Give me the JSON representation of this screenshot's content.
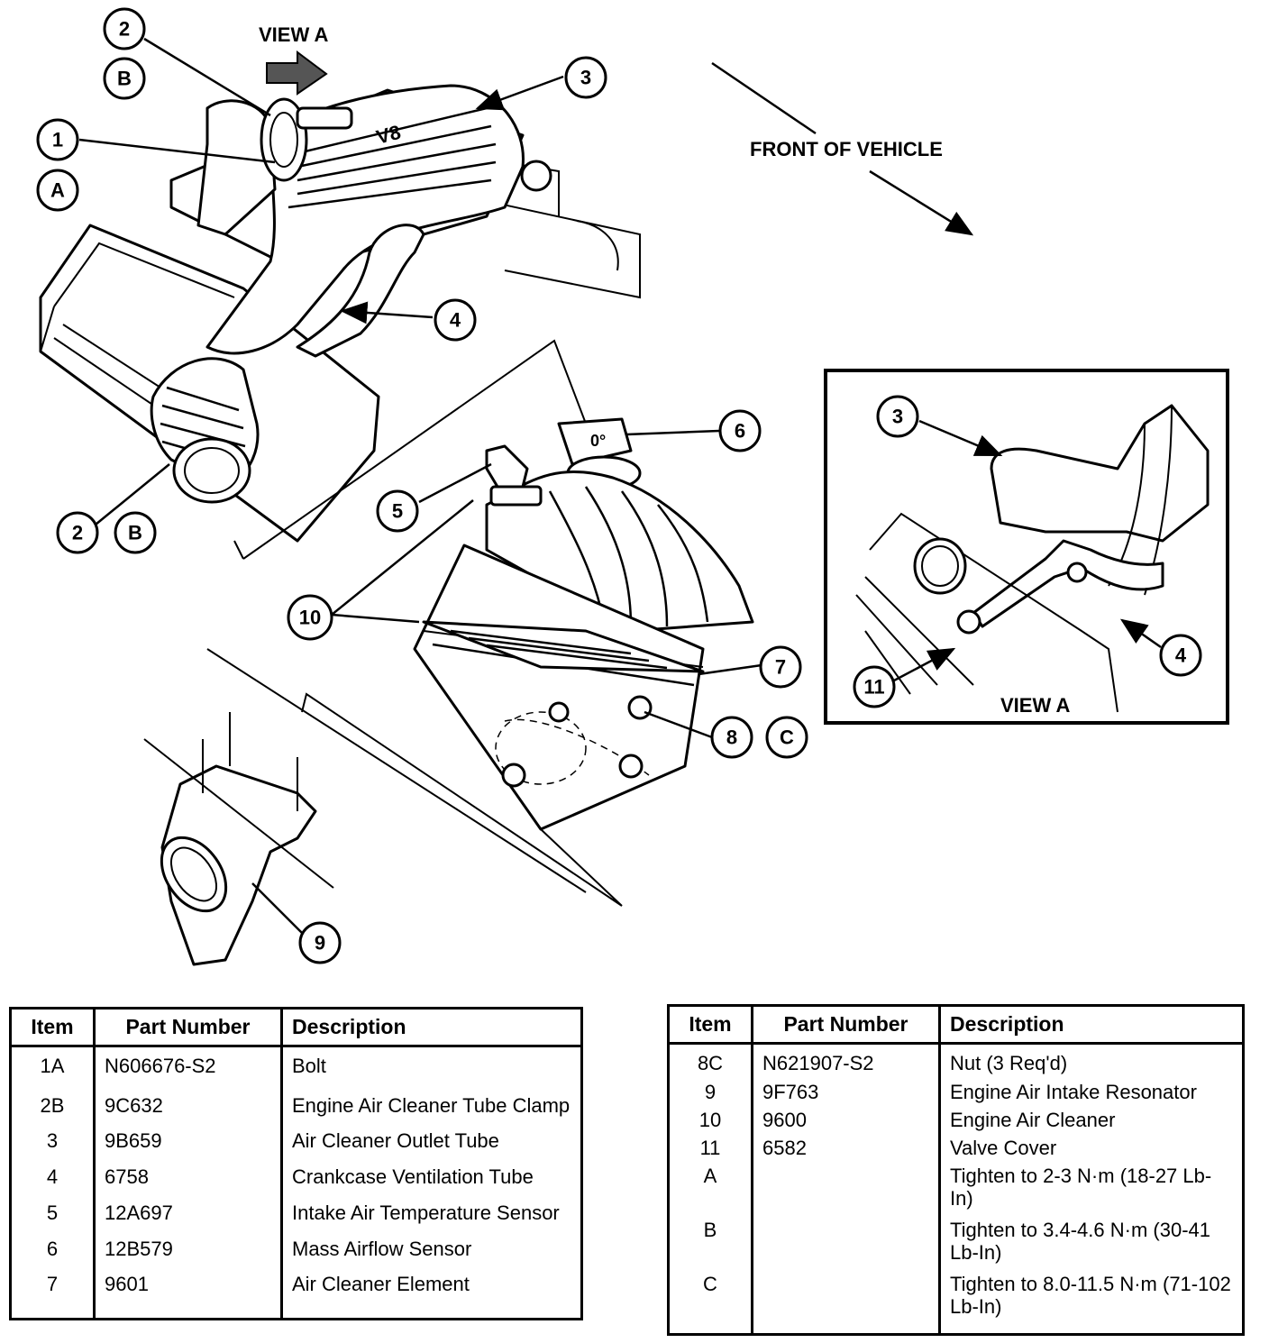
{
  "diagram": {
    "labels": {
      "view_a_top": "VIEW A",
      "front_of_vehicle": "FRONT OF VEHICLE",
      "view_a_inset": "VIEW A",
      "valve_cover_text": "V8"
    },
    "callouts": {
      "c2_top": "2",
      "cB_top": "B",
      "c1": "1",
      "cA": "A",
      "c3": "3",
      "c4": "4",
      "c2_bottom": "2",
      "cB_bottom": "B",
      "c5": "5",
      "c6": "6",
      "c10": "10",
      "c7": "7",
      "c8": "8",
      "cC": "C",
      "c9": "9",
      "inset_3": "3",
      "inset_4": "4",
      "inset_11": "11"
    },
    "sensor_text": "0°"
  },
  "tables": {
    "headers": {
      "item": "Item",
      "part_number": "Part Number",
      "description": "Description"
    },
    "left": [
      {
        "item": "1A",
        "part": "N606676-S2",
        "desc": "Bolt"
      },
      {
        "item": "2B",
        "part": "9C632",
        "desc": "Engine Air Cleaner Tube Clamp"
      },
      {
        "item": "3",
        "part": "9B659",
        "desc": "Air Cleaner Outlet Tube"
      },
      {
        "item": "4",
        "part": "6758",
        "desc": "Crankcase Ventilation Tube"
      },
      {
        "item": "5",
        "part": "12A697",
        "desc": "Intake Air Temperature Sensor"
      },
      {
        "item": "6",
        "part": "12B579",
        "desc": "Mass Airflow Sensor"
      },
      {
        "item": "7",
        "part": "9601",
        "desc": "Air Cleaner Element"
      }
    ],
    "right": [
      {
        "item": "8C",
        "part": "N621907-S2",
        "desc": "Nut (3 Req'd)"
      },
      {
        "item": "9",
        "part": "9F763",
        "desc": "Engine Air Intake Resonator"
      },
      {
        "item": "10",
        "part": "9600",
        "desc": "Engine Air Cleaner"
      },
      {
        "item": "11",
        "part": "6582",
        "desc": "Valve Cover"
      },
      {
        "item": "A",
        "part": "",
        "desc": "Tighten to 2-3 N·m (18-27 Lb-In)"
      },
      {
        "item": "B",
        "part": "",
        "desc": "Tighten to 3.4-4.6 N·m (30-41 Lb-In)"
      },
      {
        "item": "C",
        "part": "",
        "desc": "Tighten to 8.0-11.5 N·m (71-102 Lb-In)"
      }
    ]
  }
}
